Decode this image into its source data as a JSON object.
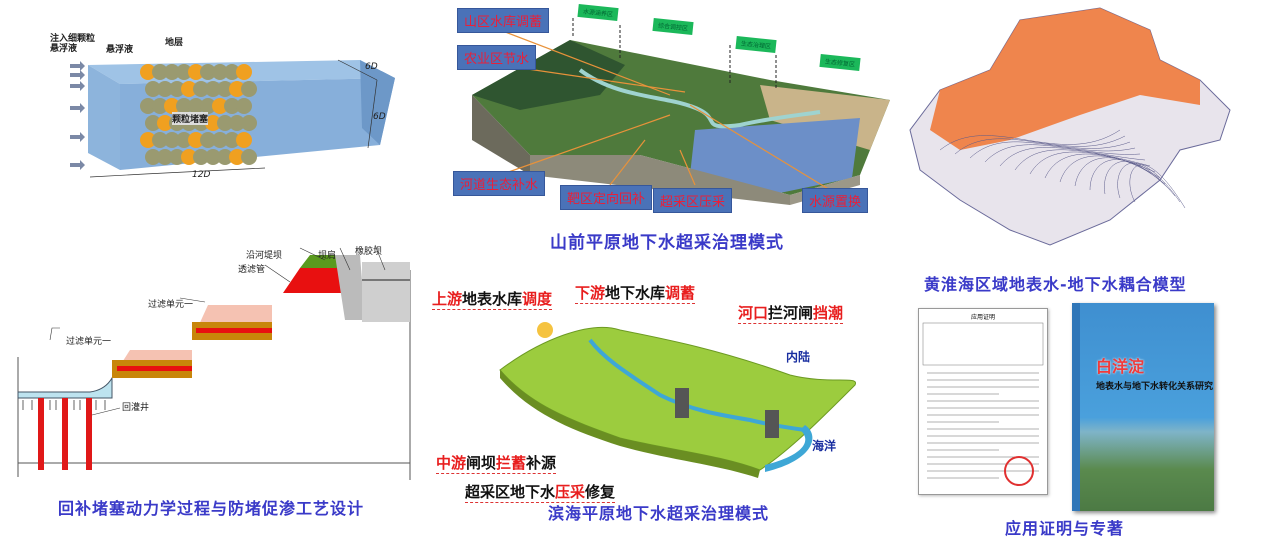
{
  "panel_particle": {
    "labels": {
      "inject": "注入细颗粒\n悬浮液",
      "suspension": "悬浮液",
      "stratum": "地层",
      "clog": "颗粒堵塞",
      "dim_width": "6D",
      "dim_height": "6D",
      "dim_length": "12D"
    }
  },
  "panel_piedmont": {
    "tags": [
      "水源涵养区",
      "综合调控区",
      "生态治理区",
      "生态修复区"
    ],
    "boxes": {
      "reservoir": "山区水库调蓄",
      "agri": "农业区节水",
      "river": "河道生态补水",
      "target": "靶区定向回补",
      "overexploit": "超采区压采",
      "replace": "水源置换"
    },
    "caption": "山前平原地下水超采治理模式"
  },
  "panel_coupling": {
    "caption": "黄淮海区域地表水-地下水耦合模型"
  },
  "panel_clogging": {
    "labels": {
      "dike": "沿河堤坝",
      "pipe": "透滤管",
      "slope": "坝肩",
      "rubber": "橡胶坝",
      "filter2": "过滤单元一",
      "filter1": "过滤单元一",
      "well": "回灌井"
    },
    "caption": "回补堵塞动力学过程与防堵促渗工艺设计"
  },
  "panel_coastal": {
    "labels": {
      "upstream": {
        "a": "上游",
        "b": "地表水库",
        "c": "调度"
      },
      "downstream": {
        "a": "下游",
        "b": "地下水库",
        "c": "调蓄"
      },
      "estuary": {
        "a": "河口",
        "b": "拦河闸",
        "c": "挡潮"
      },
      "midstream": {
        "a": "中游",
        "b": "闸坝",
        "c": "拦蓄",
        "d": "补源"
      },
      "overexploit": {
        "a": "超采区地下水",
        "b": "压采",
        "c": "修复"
      },
      "inland": "内陆",
      "ocean": "海洋"
    },
    "caption": "滨海平原地下水超采治理模式"
  },
  "panel_publications": {
    "certificate_title": "应用证明",
    "book_title": "白洋淀",
    "book_subtitle": "地表水与地下水转化关系研究",
    "caption": "应用证明与专著"
  },
  "colors": {
    "caption": "#3a3ac8",
    "box": "#4a72b8",
    "box_text": "#e8203a",
    "tag": "#1bb85a",
    "highlight": "#e81e1e"
  }
}
